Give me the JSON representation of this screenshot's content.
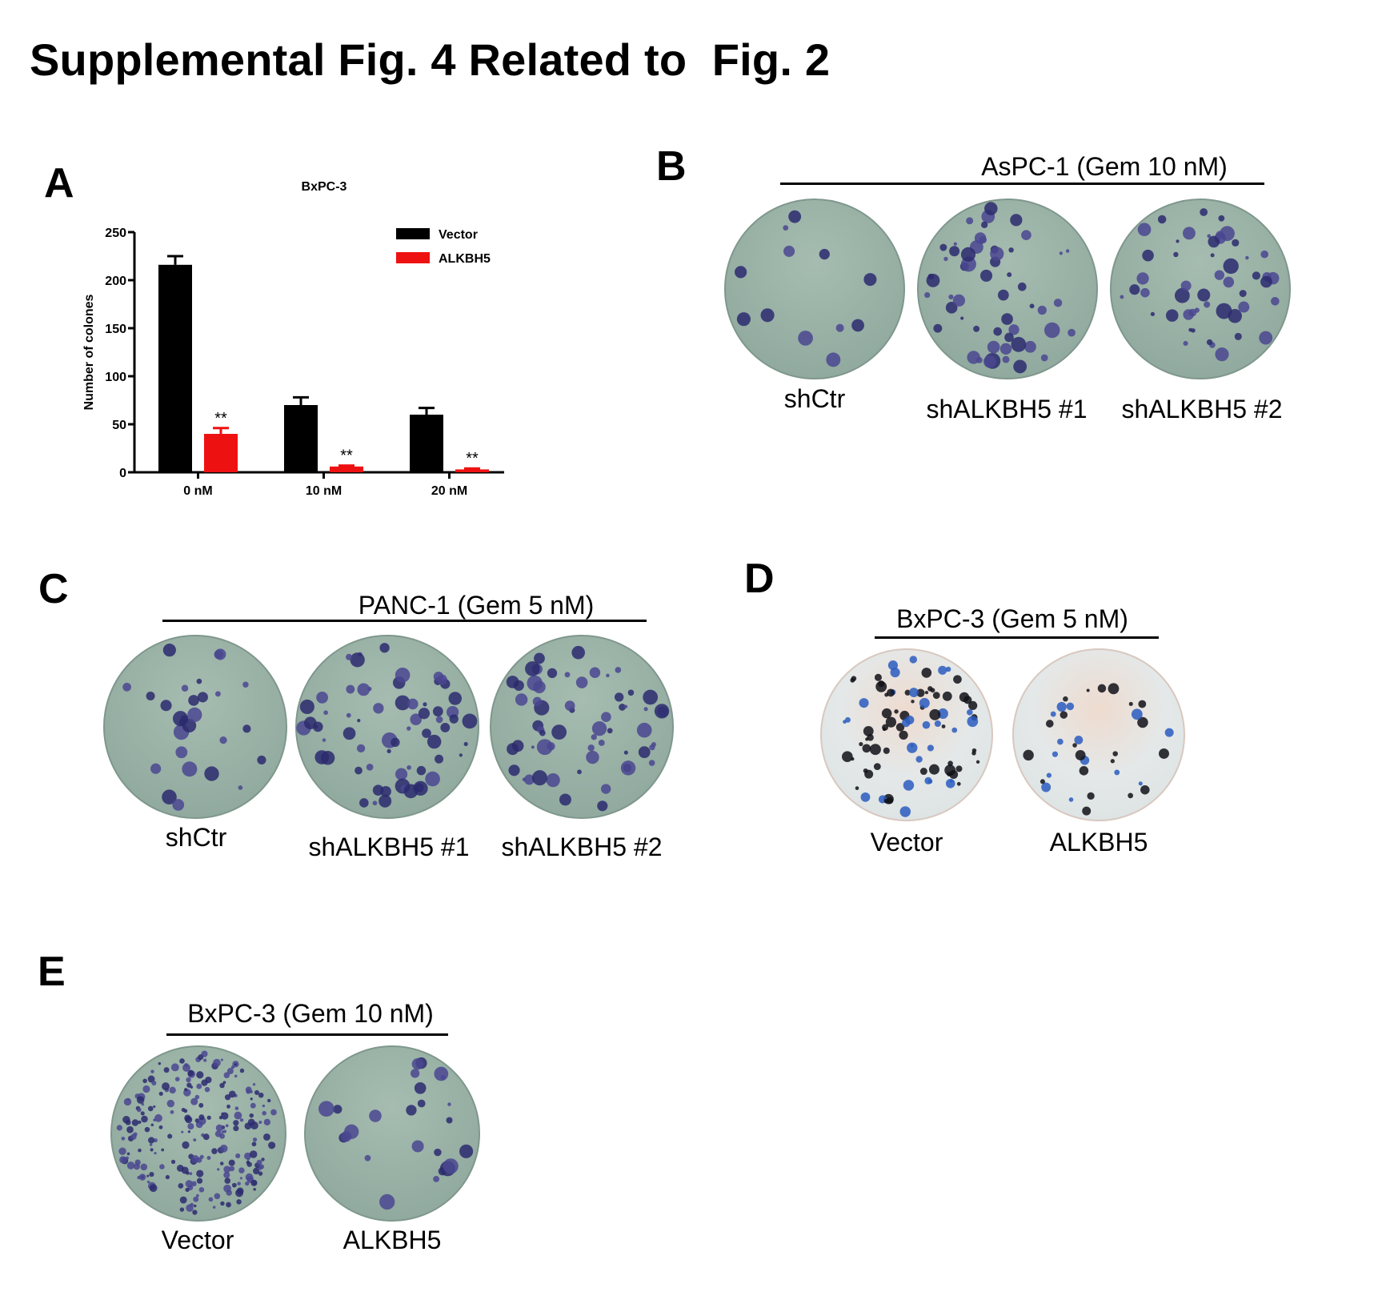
{
  "figure_title": "Supplemental Fig. 4 Related to  Fig. 2",
  "panels": {
    "A": {
      "letter": "A"
    },
    "B": {
      "letter": "B",
      "condition": "AsPC-1 (Gem 10 nM)",
      "plates": [
        "shCtr",
        "shALKBH5 #1",
        "shALKBH5 #2"
      ]
    },
    "C": {
      "letter": "C",
      "condition": "PANC-1 (Gem 5 nM)",
      "plates": [
        "shCtr",
        "shALKBH5 #1",
        "shALKBH5 #2"
      ]
    },
    "D": {
      "letter": "D",
      "condition": "BxPC-3 (Gem 5 nM)",
      "plates": [
        "Vector",
        "ALKBH5"
      ]
    },
    "E": {
      "letter": "E",
      "condition": "BxPC-3 (Gem 10 nM)",
      "plates": [
        "Vector",
        "ALKBH5"
      ]
    }
  },
  "chart_data": {
    "type": "bar",
    "title": "BxPC-3",
    "xlabel": "",
    "ylabel": "Number of colones",
    "categories": [
      "0 nM",
      "10 nM",
      "20 nM"
    ],
    "series": [
      {
        "name": "Vector",
        "color": "#000000",
        "values": [
          216,
          70,
          60
        ],
        "errors": [
          9,
          8,
          7
        ],
        "annotations": [
          "",
          "",
          ""
        ]
      },
      {
        "name": "ALKBH5",
        "color": "#ee1111",
        "values": [
          40,
          6,
          3
        ],
        "errors": [
          6,
          1,
          1
        ],
        "annotations": [
          "**",
          "**",
          "**"
        ]
      }
    ],
    "ylim": [
      0,
      250
    ],
    "yticks": [
      0,
      50,
      100,
      150,
      200,
      250
    ],
    "legend_position": "top-right",
    "grid": false
  }
}
